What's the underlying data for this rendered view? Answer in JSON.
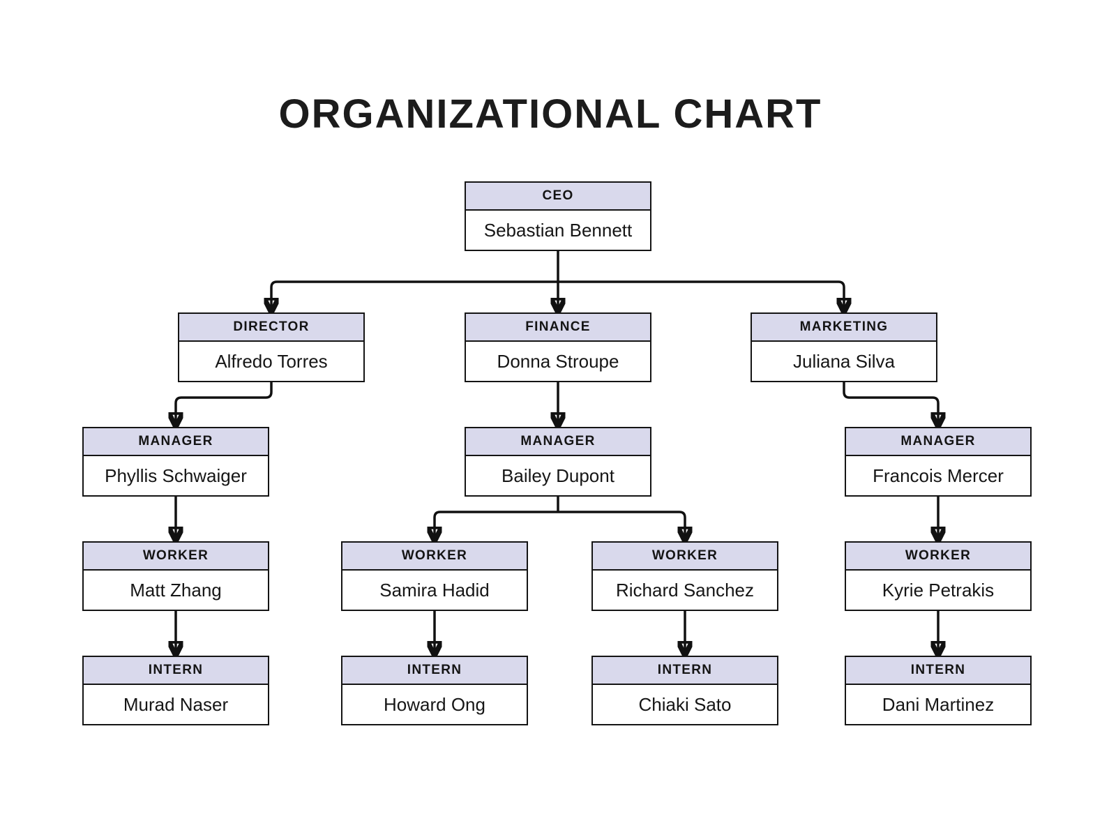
{
  "title": "ORGANIZATIONAL CHART",
  "colors": {
    "background": "#ffffff",
    "header_fill": "#d9d9ec",
    "box_border": "#141414",
    "connector_line": "#111111",
    "text": "#161616"
  },
  "nodes": {
    "ceo": {
      "role": "CEO",
      "name": "Sebastian Bennett"
    },
    "director": {
      "role": "DIRECTOR",
      "name": "Alfredo Torres"
    },
    "finance": {
      "role": "FINANCE",
      "name": "Donna Stroupe"
    },
    "marketing": {
      "role": "MARKETING",
      "name": "Juliana Silva"
    },
    "manager_director": {
      "role": "MANAGER",
      "name": "Phyllis Schwaiger"
    },
    "manager_finance": {
      "role": "MANAGER",
      "name": "Bailey Dupont"
    },
    "manager_marketing": {
      "role": "MANAGER",
      "name": "Francois Mercer"
    },
    "worker_director": {
      "role": "WORKER",
      "name": "Matt Zhang"
    },
    "worker_finance_1": {
      "role": "WORKER",
      "name": "Samira Hadid"
    },
    "worker_finance_2": {
      "role": "WORKER",
      "name": "Richard Sanchez"
    },
    "worker_marketing": {
      "role": "WORKER",
      "name": "Kyrie Petrakis"
    },
    "intern_director": {
      "role": "INTERN",
      "name": "Murad Naser"
    },
    "intern_finance_1": {
      "role": "INTERN",
      "name": "Howard Ong"
    },
    "intern_finance_2": {
      "role": "INTERN",
      "name": "Chiaki Sato"
    },
    "intern_marketing": {
      "role": "INTERN",
      "name": "Dani Martinez"
    }
  },
  "edges": [
    {
      "from": "ceo",
      "to": "director"
    },
    {
      "from": "ceo",
      "to": "finance"
    },
    {
      "from": "ceo",
      "to": "marketing"
    },
    {
      "from": "director",
      "to": "manager_director"
    },
    {
      "from": "finance",
      "to": "manager_finance"
    },
    {
      "from": "marketing",
      "to": "manager_marketing"
    },
    {
      "from": "manager_director",
      "to": "worker_director"
    },
    {
      "from": "manager_finance",
      "to": "worker_finance_1"
    },
    {
      "from": "manager_finance",
      "to": "worker_finance_2"
    },
    {
      "from": "manager_marketing",
      "to": "worker_marketing"
    },
    {
      "from": "worker_director",
      "to": "intern_director"
    },
    {
      "from": "worker_finance_1",
      "to": "intern_finance_1"
    },
    {
      "from": "worker_finance_2",
      "to": "intern_finance_2"
    },
    {
      "from": "worker_marketing",
      "to": "intern_marketing"
    }
  ]
}
